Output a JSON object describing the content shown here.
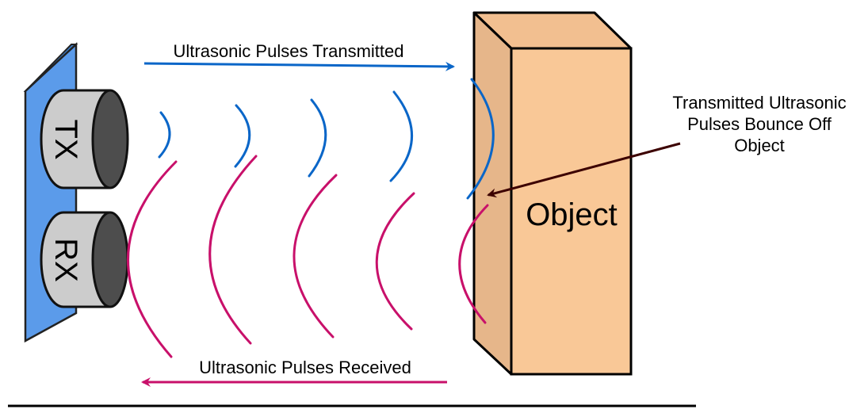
{
  "labels": {
    "transmitted": "Ultrasonic Pulses Transmitted",
    "received": "Ultrasonic Pulses Received",
    "bounce_line_1": "Transmitted Ultrasonic",
    "bounce_line_2": "Pulses Bounce Off",
    "bounce_line_3": "Object",
    "object": "Object",
    "tx": "TX",
    "rx": "RX"
  },
  "colors": {
    "transmit_wave": "#0a66c8",
    "receive_wave": "#c8106a",
    "board": "#5b9bea",
    "transducer_body": "#cccccc",
    "transducer_face": "#4d4d4d",
    "object_front": "#f9c897",
    "object_side": "#e6b68a",
    "object_top": "#f2bf90",
    "bounce_arrow": "#3c0000",
    "ground": "#000000"
  }
}
